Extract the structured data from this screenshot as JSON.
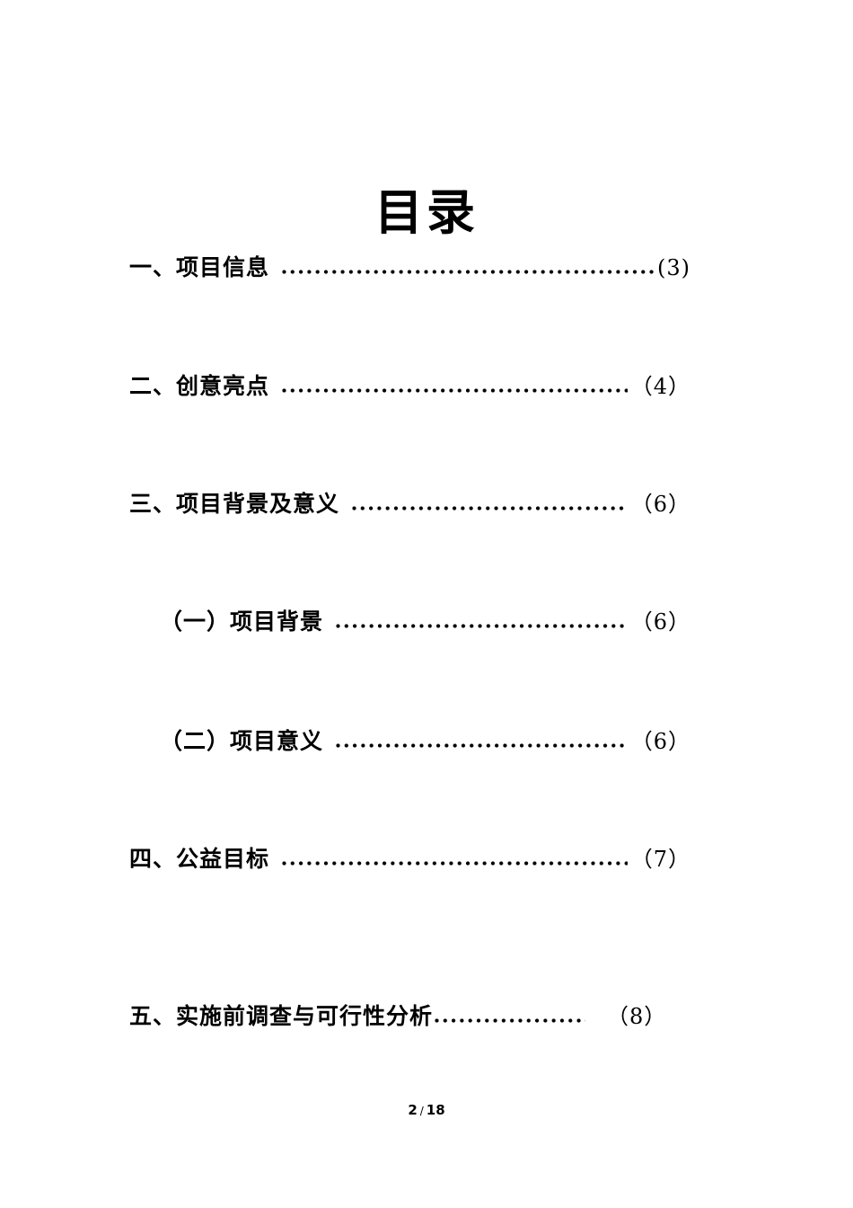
{
  "document": {
    "title": "目录",
    "entries": [
      {
        "label": "一、项目信息",
        "page": "(3)",
        "level": 1
      },
      {
        "label": "二、创意亮点",
        "page": "（4）",
        "level": 1
      },
      {
        "label": "三、项目背景及意义",
        "page": "（6）",
        "level": 1
      },
      {
        "label": "（一）项目背景",
        "page": "（6）",
        "level": 2
      },
      {
        "label": "（二）项目意义",
        "page": "（6）",
        "level": 2
      },
      {
        "label": "四、公益目标",
        "page": "（7）",
        "level": 1
      },
      {
        "label": "五、实施前调查与可行性分析",
        "page": "（8）",
        "level": 1
      }
    ],
    "footer": {
      "current_page": "2",
      "separator": "/",
      "total_pages": "18"
    }
  }
}
